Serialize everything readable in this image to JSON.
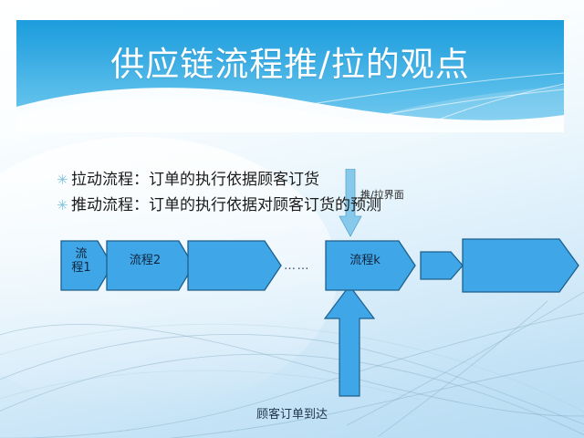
{
  "slide": {
    "title": "供应链流程推/拉的观点",
    "bottom_caption": "顾客订单到达"
  },
  "bullets": [
    {
      "marker": "✳",
      "text": "拉动流程：订单的执行依据顾客订货"
    },
    {
      "marker": "✳",
      "text": "推动流程：订单的执行依据对顾客订货的预测"
    }
  ],
  "push_pull": {
    "label": "推/拉界面",
    "arrow_icon": "arrow-down-icon"
  },
  "flow": {
    "dots": "……",
    "steps": [
      {
        "label": "流\n程1"
      },
      {
        "label": "流程2"
      },
      {
        "label": ""
      },
      {
        "label": "流程k"
      },
      {
        "label": ""
      },
      {
        "label": ""
      }
    ],
    "step1_line1": "流",
    "step1_line2": "程1",
    "step2": "流程2",
    "stepk": "流程k"
  },
  "order_arrival": {
    "arrow_icon": "arrow-up-icon"
  },
  "colors": {
    "banner_top": "#1c9ddd",
    "banner_bottom": "#78cbef",
    "chevron_fill": "#3fa7e8",
    "chevron_stroke": "#1e5f8c",
    "bullet_marker": "#7ec2dd",
    "title_text": "#ffffff"
  }
}
